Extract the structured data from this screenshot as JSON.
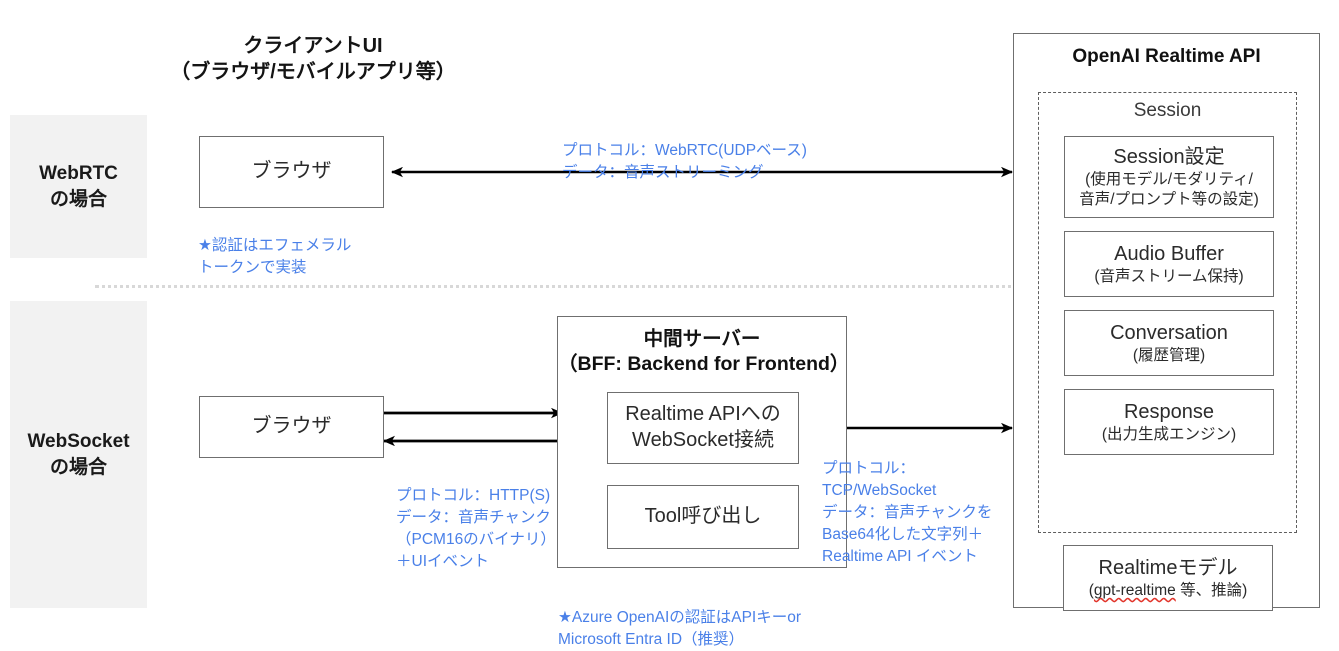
{
  "diagram": {
    "title_client": "クライアントUI\n（ブラウザ/モバイルアプリ等）",
    "modes": [
      {
        "label": "WebRTC\nの場合"
      },
      {
        "label": "WebSocket\nの場合"
      }
    ],
    "webrtc_row": {
      "browser_box": "ブラウザ",
      "browser_note": "★認証はエフェメラル\nトークンで実装",
      "link_label": "プロトコル：WebRTC(UDPベース)\nデータ：音声ストリーミング",
      "arrow_type": "double"
    },
    "websocket_row": {
      "browser_box": "ブラウザ",
      "client_link_label": "プロトコル：HTTP(S)\nデータ：音声チャンク\n（PCM16のバイナリ）\n＋UIイベント",
      "server_link_label": "プロトコル：\nTCP/WebSocket\nデータ：音声チャンクを\nBase64化した文字列＋\nRealtime API イベント",
      "server": {
        "title": "中間サーバー\n（BFF: Backend for Frontend）",
        "items": [
          {
            "main": "Realtime APIへの",
            "sub": "WebSocket接続"
          },
          {
            "main": "Tool呼び出し",
            "sub": ""
          }
        ],
        "note": "★Azure OpenAIの認証はAPIキーor\nMicrosoft Entra ID（推奨）"
      }
    },
    "api_panel": {
      "title": "OpenAI Realtime API",
      "session_group_title": "Session",
      "session_items": [
        {
          "main": "Session設定",
          "sub": "(使用モデル/モダリティ/\n音声/プロンプト等の設定)"
        },
        {
          "main": "Audio Buffer",
          "sub": "(音声ストリーム保持)"
        },
        {
          "main": "Conversation",
          "sub": "(履歴管理)"
        },
        {
          "main": "Response",
          "sub": "(出力生成エンジン)"
        }
      ],
      "model_box": {
        "main": "Realtimeモデル",
        "sub_code": "gpt-realtime",
        "sub_rest": " 等、推論)",
        "sub_open": "("
      }
    },
    "colors": {
      "accent_blue": "#4a80e8",
      "band_gray": "#f2f2f2",
      "box_border": "#6f6f6f",
      "divider": "#d8d8d8"
    }
  }
}
